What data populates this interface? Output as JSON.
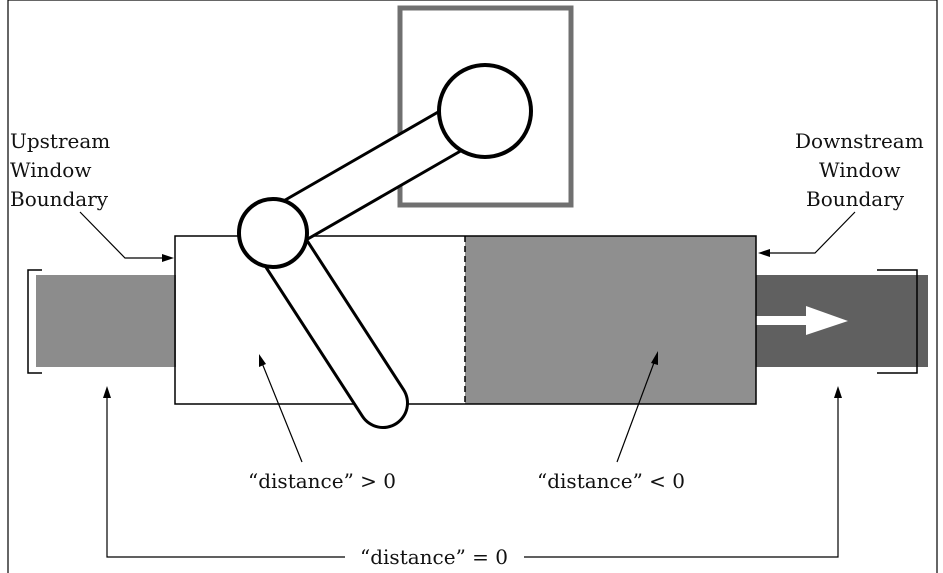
{
  "labels": {
    "upstream": [
      "Upstream",
      "Window",
      "Boundary"
    ],
    "downstream": [
      "Downstream",
      "Window",
      "Boundary"
    ],
    "distance_positive": "“distance” > 0",
    "distance_negative": "“distance” < 0",
    "distance_zero": "“distance” = 0"
  },
  "colors": {
    "frame": "#000000",
    "conveyor_gray": "#8c8c8c",
    "dark_conveyor": "#606060",
    "shaded_region": "#8f8f8f",
    "robot_box": "#707070",
    "arrow_fill": "#ffffff"
  },
  "icons": {
    "flow_direction": "right-arrow-icon"
  }
}
